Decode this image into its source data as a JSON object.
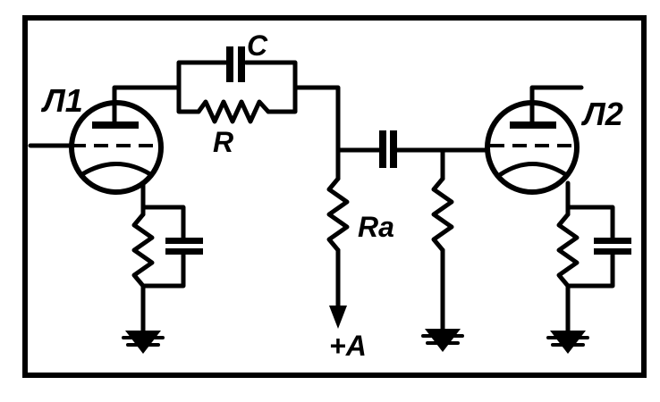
{
  "labels": {
    "tube1": "Л1",
    "tube2": "Л2",
    "capacitor_c": "C",
    "resistor_r": "R",
    "anode_resistor": "Ra",
    "supply": "+A"
  }
}
